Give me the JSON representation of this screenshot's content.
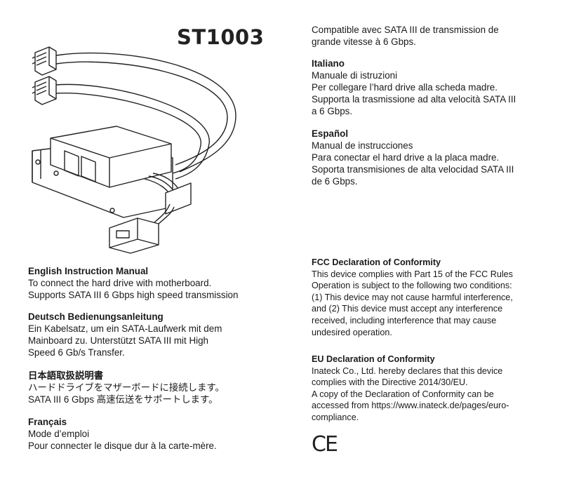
{
  "title": "ST1003",
  "left": {
    "english": {
      "heading": "English Instruction Manual",
      "lines": [
        "To connect the hard drive with motherboard.",
        "Supports SATA III 6 Gbps high speed transmission"
      ]
    },
    "deutsch": {
      "heading": "Deutsch Bedienungsanleitung",
      "lines": [
        "Ein Kabelsatz, um ein SATA-Laufwerk mit dem",
        "Mainboard zu. Unterstützt SATA III mit High",
        "Speed 6 Gb/s Transfer."
      ]
    },
    "japanese": {
      "heading": "日本語取扱説明書",
      "lines": [
        "ハードドライブをマザーボードに接続します。",
        "SATA III 6 Gbps 高速伝送をサポートします。"
      ]
    },
    "francais": {
      "heading": "Français",
      "lines": [
        "Mode d’emploi",
        "Pour connecter le disque dur à la carte-mère."
      ]
    }
  },
  "right": {
    "francais_cont": {
      "lines": [
        "Compatible avec SATA III de transmission de",
        "grande vitesse à 6 Gbps."
      ]
    },
    "italiano": {
      "heading": "Italiano",
      "lines": [
        "Manuale di istruzioni",
        "Per collegare l’hard drive alla scheda madre.",
        "Supporta la trasmissione ad alta velocità SATA III",
        "a 6 Gbps."
      ]
    },
    "espanol": {
      "heading": "Español",
      "lines": [
        "Manual de instrucciones",
        "Para conectar el hard drive a la placa madre.",
        "Soporta transmisiones de alta velocidad SATA III",
        "de 6 Gbps."
      ]
    },
    "fcc": {
      "heading": "FCC Declaration of Conformity",
      "lines": [
        "This device complies with Part 15 of the FCC Rules",
        "Operation is subject to the following two conditions:",
        "(1) This device may not cause harmful interference,",
        "and (2) This device must accept any interference",
        "received, including interference that may cause",
        "undesired operation."
      ]
    },
    "eu": {
      "heading": "EU Declaration of Conformity",
      "lines": [
        "Inateck Co., Ltd. hereby declares that this device",
        "complies with the Directive 2014/30/EU.",
        "A copy of the Declaration of Conformity can be",
        "accessed from https://www.inateck.de/pages/euro-",
        "compliance."
      ]
    }
  },
  "ce_mark": "CE"
}
